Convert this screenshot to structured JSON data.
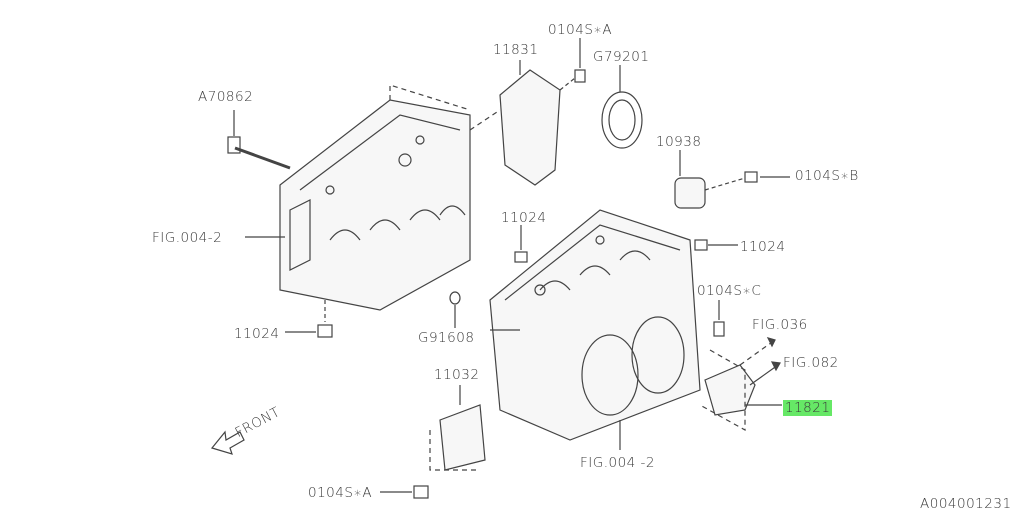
{
  "diagram": {
    "labels": {
      "bolt_top": "0104S∗A",
      "part_11831": "11831",
      "seal": "G79201",
      "bolt_long": "A70862",
      "part_10938": "10938",
      "bolt_b": "0104S∗B",
      "fig_left": "FIG.004-2",
      "plug_center": "11024",
      "plug_right": "11024",
      "bolt_c": "0104S∗C",
      "fig_036": "FIG.036",
      "fig_082": "FIG.082",
      "part_11821": "11821",
      "plug_left": "11024",
      "oring": "G91608",
      "part_11032": "11032",
      "front": "FRONT",
      "fig_bottom": "FIG.004 -2",
      "bolt_bottom": "0104S∗A",
      "diagram_id": "A004001231"
    },
    "highlight_color": "#66e866"
  }
}
